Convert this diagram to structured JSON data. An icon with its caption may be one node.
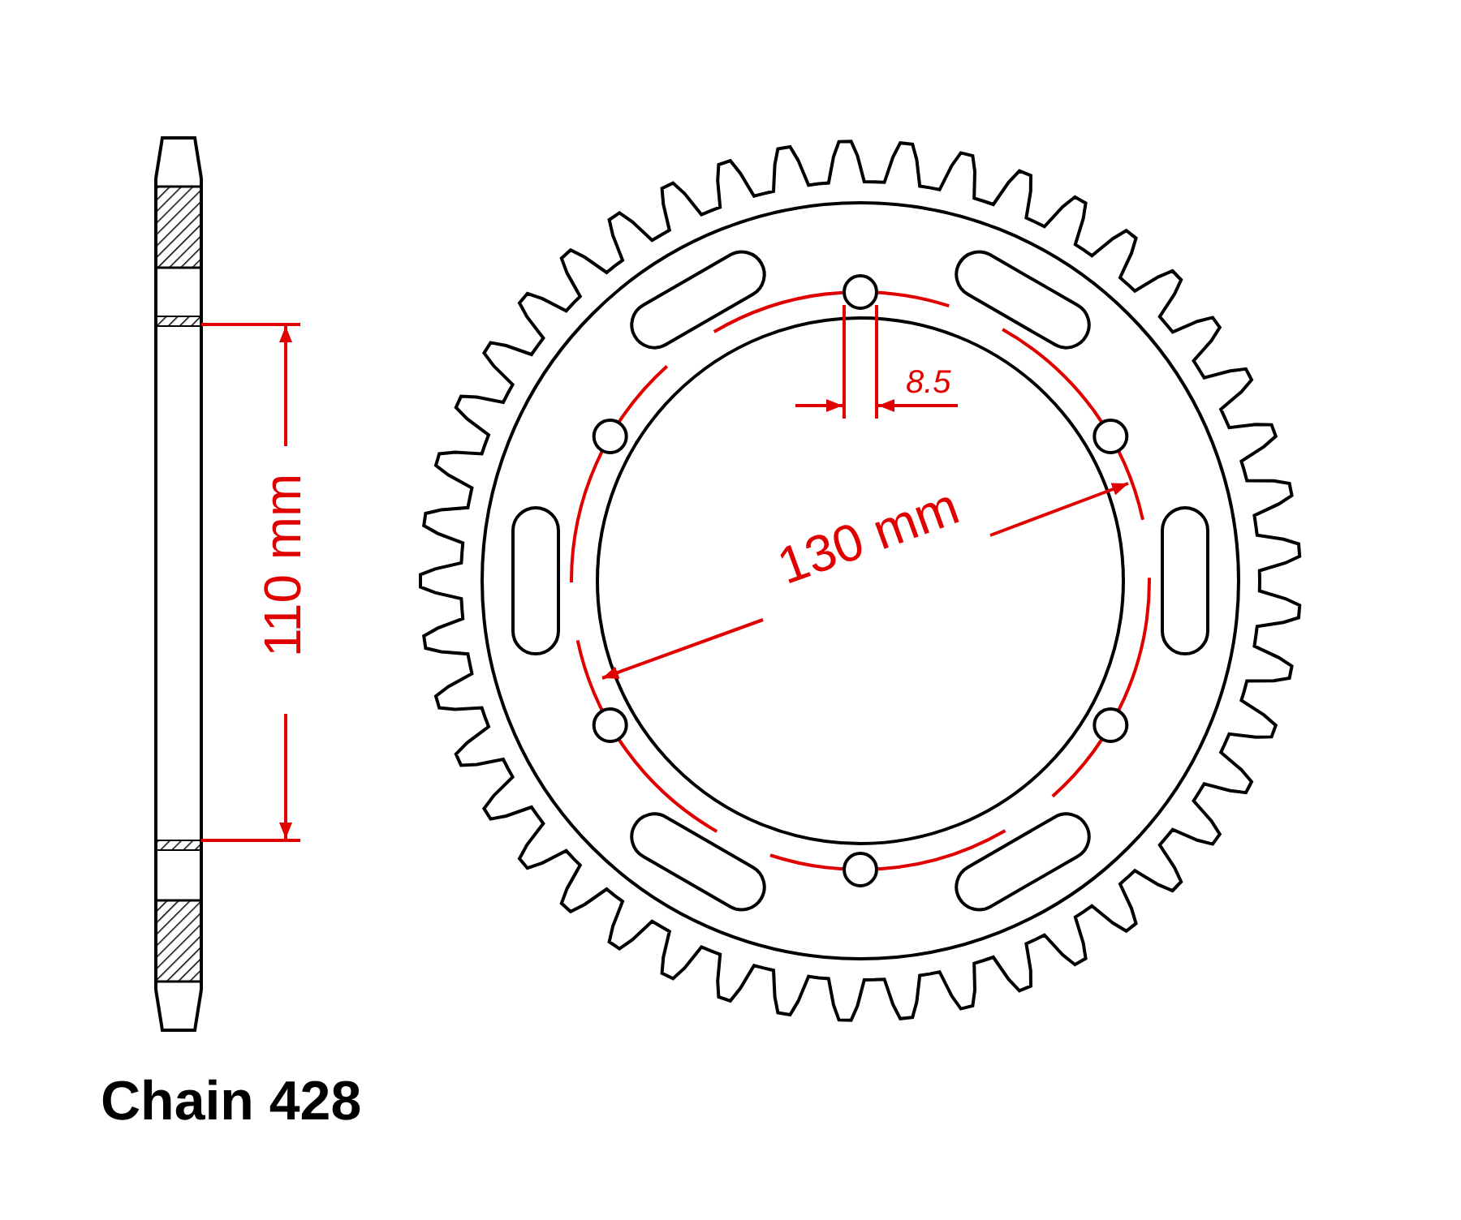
{
  "diagram": {
    "labels": [
      "8.5",
      "130 mm",
      "110 mm",
      "Chain 428"
    ]
  }
}
